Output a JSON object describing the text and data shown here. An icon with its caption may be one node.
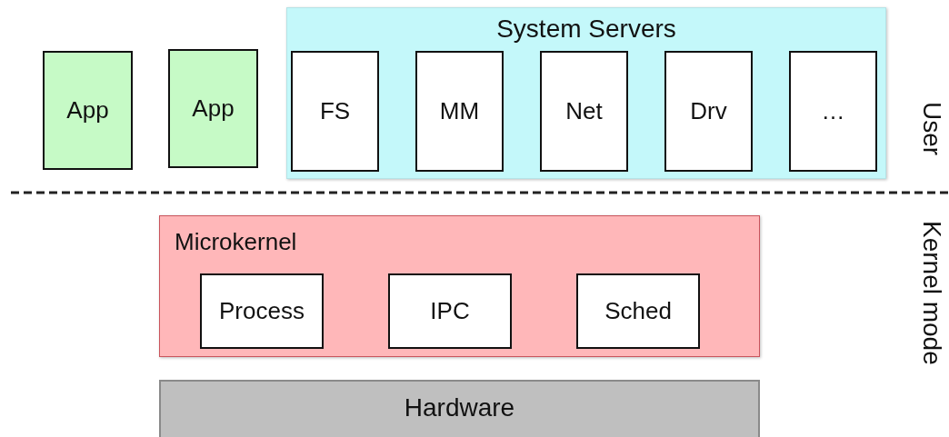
{
  "diagram": {
    "nodes": [
      {
        "text": [
          "App"
        ]
      },
      {
        "text": [
          "App"
        ]
      },
      {
        "text": [
          "System Servers"
        ]
      },
      {
        "text": [
          "FS"
        ],
        "in": 2
      },
      {
        "text": [
          "MM"
        ],
        "in": 2
      },
      {
        "text": [
          "Net"
        ],
        "in": 2
      },
      {
        "text": [
          "Drv"
        ],
        "in": 2
      },
      {
        "text": [
          "…"
        ],
        "in": 2
      },
      {
        "text": [
          "Microkernel"
        ]
      },
      {
        "text": [
          "Process"
        ],
        "in": 8
      },
      {
        "text": [
          "IPC"
        ],
        "in": 8
      },
      {
        "text": [
          "Sched"
        ],
        "in": 8
      },
      {
        "text": [
          "Hardware"
        ]
      }
    ],
    "edges": [],
    "labels": [
      "User",
      "Kernel mode"
    ]
  }
}
